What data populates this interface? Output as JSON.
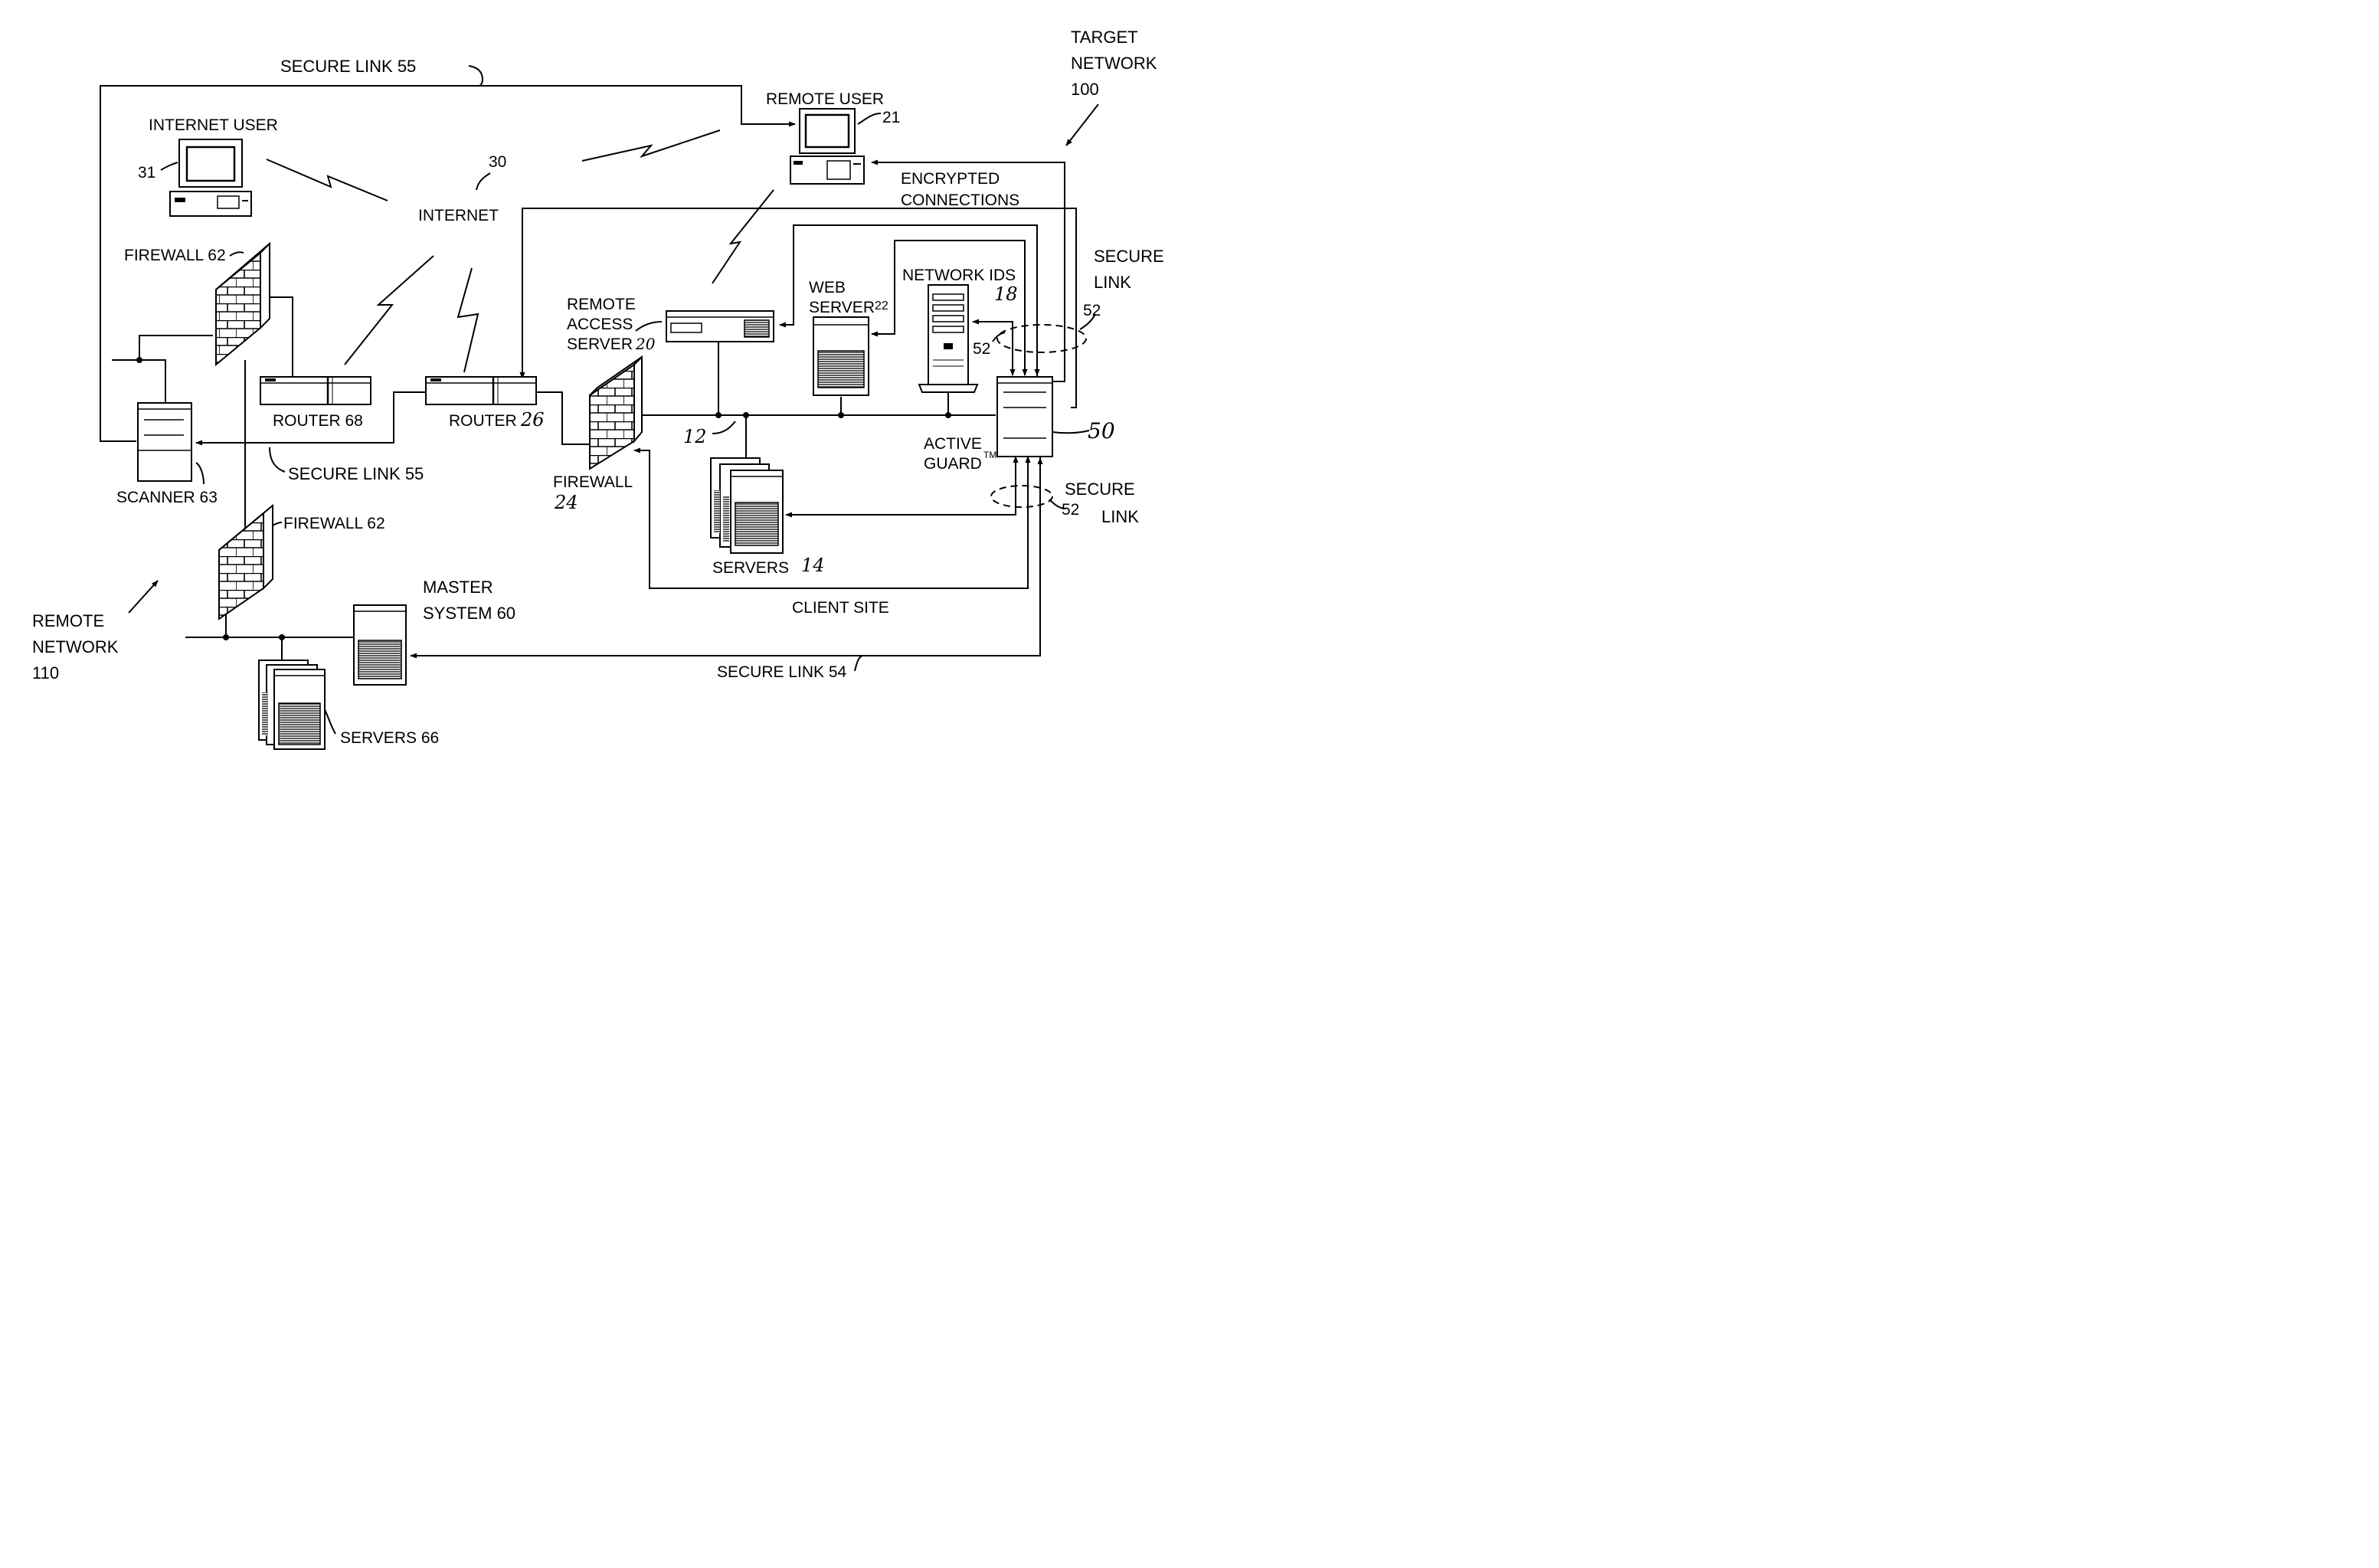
{
  "labels": {
    "target_network": [
      "TARGET",
      "NETWORK",
      "100"
    ],
    "remote_network": [
      "REMOTE",
      "NETWORK",
      "110"
    ],
    "secure_link_55_top": "SECURE LINK 55",
    "secure_link_55_bottom": "SECURE LINK 55",
    "secure_link_54": "SECURE LINK 54",
    "secure_link_right_top": [
      "SECURE",
      "LINK"
    ],
    "secure_link_right_bottom": [
      "SECURE",
      "LINK"
    ],
    "internet_user": "INTERNET USER",
    "remote_user": "REMOTE USER",
    "internet": "INTERNET",
    "encrypted_connections": [
      "ENCRYPTED",
      "CONNECTIONS"
    ],
    "firewall_62_top": "FIREWALL 62",
    "firewall_62_bottom": "FIREWALL 62",
    "router_68": "ROUTER 68",
    "router_26": "ROUTER",
    "router_26_num": "26",
    "remote_access_server": [
      "REMOTE",
      "ACCESS",
      "SERVER"
    ],
    "remote_access_server_num": "20",
    "web_server": [
      "WEB",
      "SERVER"
    ],
    "web_server_num": "22",
    "network_ids": "NETWORK IDS",
    "network_ids_num": "18",
    "firewall_24": "FIREWALL",
    "firewall_24_num": "24",
    "scanner_63": "SCANNER 63",
    "servers_14": "SERVERS",
    "servers_14_num": "14",
    "active_guard": [
      "ACTIVE",
      "GUARD"
    ],
    "active_guard_tm": "TM",
    "client_site": "CLIENT SITE",
    "master_system": [
      "MASTER",
      "SYSTEM 60"
    ],
    "servers_66": "SERVERS 66",
    "ref_21": "21",
    "ref_30": "30",
    "ref_31": "31",
    "ref_12": "12",
    "ref_50": "50",
    "ref_52_a": "52",
    "ref_52_b": "52",
    "ref_52_c": "52"
  }
}
